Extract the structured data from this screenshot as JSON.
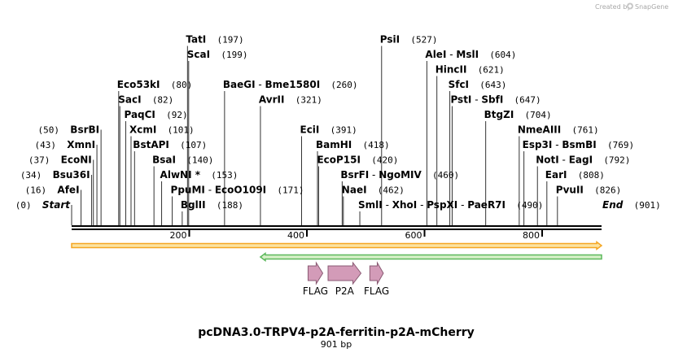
{
  "credit": {
    "prefix": "Created by",
    "brand": "SnapGene",
    "logo_icon": "snapgene-logo-icon"
  },
  "map": {
    "name": "pcDNA3.0-TRPV4-p2A-ferritin-p2A-mCherry",
    "length_label": "901 bp",
    "length": 901
  },
  "axis_ticks": [
    {
      "pos": 200,
      "label": "200"
    },
    {
      "pos": 400,
      "label": "400"
    },
    {
      "pos": 600,
      "label": "600"
    },
    {
      "pos": 800,
      "label": "800"
    }
  ],
  "sites": [
    {
      "id": "start",
      "parts": [
        {
          "t": "Start",
          "italic": true
        }
      ],
      "pos_label": "(0)",
      "pos_side": "left",
      "cut": 0,
      "row": 0,
      "align": "right"
    },
    {
      "id": "afei",
      "parts": [
        {
          "t": "AfeI"
        }
      ],
      "pos_label": "(16)",
      "pos_side": "left",
      "cut": 16,
      "row": 1,
      "align": "right"
    },
    {
      "id": "bsu36i",
      "parts": [
        {
          "t": "Bsu36I"
        }
      ],
      "pos_label": "(34)",
      "pos_side": "left",
      "cut": 34,
      "row": 2,
      "align": "right"
    },
    {
      "id": "econi",
      "parts": [
        {
          "t": "EcoNI"
        }
      ],
      "pos_label": "(37)",
      "pos_side": "left",
      "cut": 37,
      "row": 3,
      "align": "right"
    },
    {
      "id": "xmni",
      "parts": [
        {
          "t": "XmnI"
        }
      ],
      "pos_label": "(43)",
      "pos_side": "left",
      "cut": 43,
      "row": 4,
      "align": "right"
    },
    {
      "id": "bsrbi",
      "parts": [
        {
          "t": "BsrBI"
        }
      ],
      "pos_label": "(50)",
      "pos_side": "left",
      "cut": 50,
      "row": 5,
      "align": "right"
    },
    {
      "id": "bglii",
      "parts": [
        {
          "t": "BglII"
        }
      ],
      "pos_label": "(188)",
      "pos_side": "right",
      "cut": 188,
      "row": 0,
      "align": "left"
    },
    {
      "id": "ppumi",
      "parts": [
        {
          "t": "PpuMI"
        },
        {
          "t": " - ",
          "sep": true
        },
        {
          "t": "EcoO109I"
        }
      ],
      "pos_label": "(171)",
      "pos_side": "right",
      "cut": 171,
      "row": 1,
      "align": "left"
    },
    {
      "id": "alwni",
      "parts": [
        {
          "t": "AlwNI *"
        }
      ],
      "pos_label": "(153)",
      "pos_side": "right",
      "cut": 153,
      "row": 2,
      "align": "left"
    },
    {
      "id": "bsai",
      "parts": [
        {
          "t": "BsaI"
        }
      ],
      "pos_label": "(140)",
      "pos_side": "right",
      "cut": 140,
      "row": 3,
      "align": "left"
    },
    {
      "id": "bstapi",
      "parts": [
        {
          "t": "BstAPI"
        }
      ],
      "pos_label": "(107)",
      "pos_side": "right",
      "cut": 107,
      "row": 4,
      "align": "left"
    },
    {
      "id": "xcmi",
      "parts": [
        {
          "t": "XcmI"
        }
      ],
      "pos_label": "(101)",
      "pos_side": "right",
      "cut": 101,
      "row": 5,
      "align": "left"
    },
    {
      "id": "paqci",
      "parts": [
        {
          "t": "PaqCI"
        }
      ],
      "pos_label": "(92)",
      "pos_side": "right",
      "cut": 92,
      "row": 6,
      "align": "left"
    },
    {
      "id": "saci",
      "parts": [
        {
          "t": "SacI"
        }
      ],
      "pos_label": "(82)",
      "pos_side": "right",
      "cut": 82,
      "row": 7,
      "align": "left"
    },
    {
      "id": "eco53ki",
      "parts": [
        {
          "t": "Eco53kI"
        }
      ],
      "pos_label": "(80)",
      "pos_side": "right",
      "cut": 80,
      "row": 8,
      "align": "left"
    },
    {
      "id": "scai",
      "parts": [
        {
          "t": "ScaI"
        }
      ],
      "pos_label": "(199)",
      "pos_side": "right",
      "cut": 199,
      "row": 10,
      "align": "left"
    },
    {
      "id": "tati",
      "parts": [
        {
          "t": "TatI"
        }
      ],
      "pos_label": "(197)",
      "pos_side": "right",
      "cut": 197,
      "row": 11,
      "align": "left"
    },
    {
      "id": "baegi",
      "parts": [
        {
          "t": "BaeGI"
        },
        {
          "t": " - ",
          "sep": true
        },
        {
          "t": "Bme1580I"
        }
      ],
      "pos_label": "(260)",
      "pos_side": "right",
      "cut": 260,
      "row": 8,
      "align": "left"
    },
    {
      "id": "avrii",
      "parts": [
        {
          "t": "AvrII"
        }
      ],
      "pos_label": "(321)",
      "pos_side": "right",
      "cut": 321,
      "row": 7,
      "align": "left"
    },
    {
      "id": "ecii",
      "parts": [
        {
          "t": "EciI"
        }
      ],
      "pos_label": "(391)",
      "pos_side": "right",
      "cut": 391,
      "row": 5,
      "align": "left"
    },
    {
      "id": "bamhi",
      "parts": [
        {
          "t": "BamHI"
        }
      ],
      "pos_label": "(418)",
      "pos_side": "right",
      "cut": 418,
      "row": 4,
      "align": "left"
    },
    {
      "id": "ecop15i",
      "parts": [
        {
          "t": "EcoP15I"
        }
      ],
      "pos_label": "(420)",
      "pos_side": "right",
      "cut": 420,
      "row": 3,
      "align": "left"
    },
    {
      "id": "bsrfi",
      "parts": [
        {
          "t": "BsrFI"
        },
        {
          "t": " - ",
          "sep": true
        },
        {
          "t": "NgoMIV"
        }
      ],
      "pos_label": "(460)",
      "pos_side": "right",
      "cut": 460,
      "row": 2,
      "align": "left"
    },
    {
      "id": "naei",
      "parts": [
        {
          "t": "NaeI"
        }
      ],
      "pos_label": "(462)",
      "pos_side": "right",
      "cut": 462,
      "row": 1,
      "align": "left"
    },
    {
      "id": "smli",
      "parts": [
        {
          "t": "SmlI"
        },
        {
          "t": " - ",
          "sep": true
        },
        {
          "t": "XhoI"
        },
        {
          "t": " - ",
          "sep": true
        },
        {
          "t": "PspXI"
        },
        {
          "t": " - ",
          "sep": true
        },
        {
          "t": "PaeR7I"
        }
      ],
      "pos_label": "(490)",
      "pos_side": "right",
      "cut": 490,
      "row": 0,
      "align": "left"
    },
    {
      "id": "psii",
      "parts": [
        {
          "t": "PsiI"
        }
      ],
      "pos_label": "(527)",
      "pos_side": "right",
      "cut": 527,
      "row": 11,
      "align": "left"
    },
    {
      "id": "alei",
      "parts": [
        {
          "t": "AleI"
        },
        {
          "t": " - ",
          "sep": true
        },
        {
          "t": "MslI"
        }
      ],
      "pos_label": "(604)",
      "pos_side": "right",
      "cut": 604,
      "row": 10,
      "align": "left"
    },
    {
      "id": "hincii",
      "parts": [
        {
          "t": "HincII"
        }
      ],
      "pos_label": "(621)",
      "pos_side": "right",
      "cut": 621,
      "row": 9,
      "align": "left"
    },
    {
      "id": "sfci",
      "parts": [
        {
          "t": "SfcI"
        }
      ],
      "pos_label": "(643)",
      "pos_side": "right",
      "cut": 643,
      "row": 8,
      "align": "left"
    },
    {
      "id": "psti",
      "parts": [
        {
          "t": "PstI"
        },
        {
          "t": " - ",
          "sep": true
        },
        {
          "t": "SbfI"
        }
      ],
      "pos_label": "(647)",
      "pos_side": "right",
      "cut": 647,
      "row": 7,
      "align": "left"
    },
    {
      "id": "btgzi",
      "parts": [
        {
          "t": "BtgZI"
        }
      ],
      "pos_label": "(704)",
      "pos_side": "right",
      "cut": 704,
      "row": 6,
      "align": "left"
    },
    {
      "id": "nmeaiii",
      "parts": [
        {
          "t": "NmeAIII"
        }
      ],
      "pos_label": "(761)",
      "pos_side": "right",
      "cut": 761,
      "row": 5,
      "align": "left"
    },
    {
      "id": "esp3i",
      "parts": [
        {
          "t": "Esp3I"
        },
        {
          "t": " - ",
          "sep": true
        },
        {
          "t": "BsmBI"
        }
      ],
      "pos_label": "(769)",
      "pos_side": "right",
      "cut": 769,
      "row": 4,
      "align": "left"
    },
    {
      "id": "noti",
      "parts": [
        {
          "t": "NotI"
        },
        {
          "t": " - ",
          "sep": true
        },
        {
          "t": "EagI"
        }
      ],
      "pos_label": "(792)",
      "pos_side": "right",
      "cut": 792,
      "row": 3,
      "align": "left"
    },
    {
      "id": "eari",
      "parts": [
        {
          "t": "EarI"
        }
      ],
      "pos_label": "(808)",
      "pos_side": "right",
      "cut": 808,
      "row": 2,
      "align": "left"
    },
    {
      "id": "pvuii",
      "parts": [
        {
          "t": "PvuII"
        }
      ],
      "pos_label": "(826)",
      "pos_side": "right",
      "cut": 826,
      "row": 1,
      "align": "left"
    },
    {
      "id": "end",
      "parts": [
        {
          "t": "End",
          "italic": true
        }
      ],
      "pos_label": "(901)",
      "pos_side": "right",
      "cut": 901,
      "row": 0,
      "align": "left"
    }
  ],
  "features": [
    {
      "id": "flag-1",
      "label": "FLAG",
      "start": 402,
      "end": 427,
      "color": "#d39bb8"
    },
    {
      "id": "p2a",
      "label": "P2A",
      "start": 436,
      "end": 492,
      "color": "#d39bb8"
    },
    {
      "id": "flag-2",
      "label": "FLAG",
      "start": 507,
      "end": 530,
      "color": "#d39bb8"
    }
  ],
  "strands": [
    {
      "id": "forward-orf",
      "from": 0,
      "to": 901,
      "direction": "forward",
      "color": "#f5a623",
      "fill": "#fbe3a3"
    },
    {
      "id": "reverse-orf",
      "from": 321,
      "to": 901,
      "direction": "reverse",
      "color": "#5cb85c",
      "fill": "#d7f0c8"
    }
  ],
  "colors": {
    "backbone": "#000000",
    "feature_stroke": "#8a5a73",
    "credit": "#a8a8a8"
  }
}
